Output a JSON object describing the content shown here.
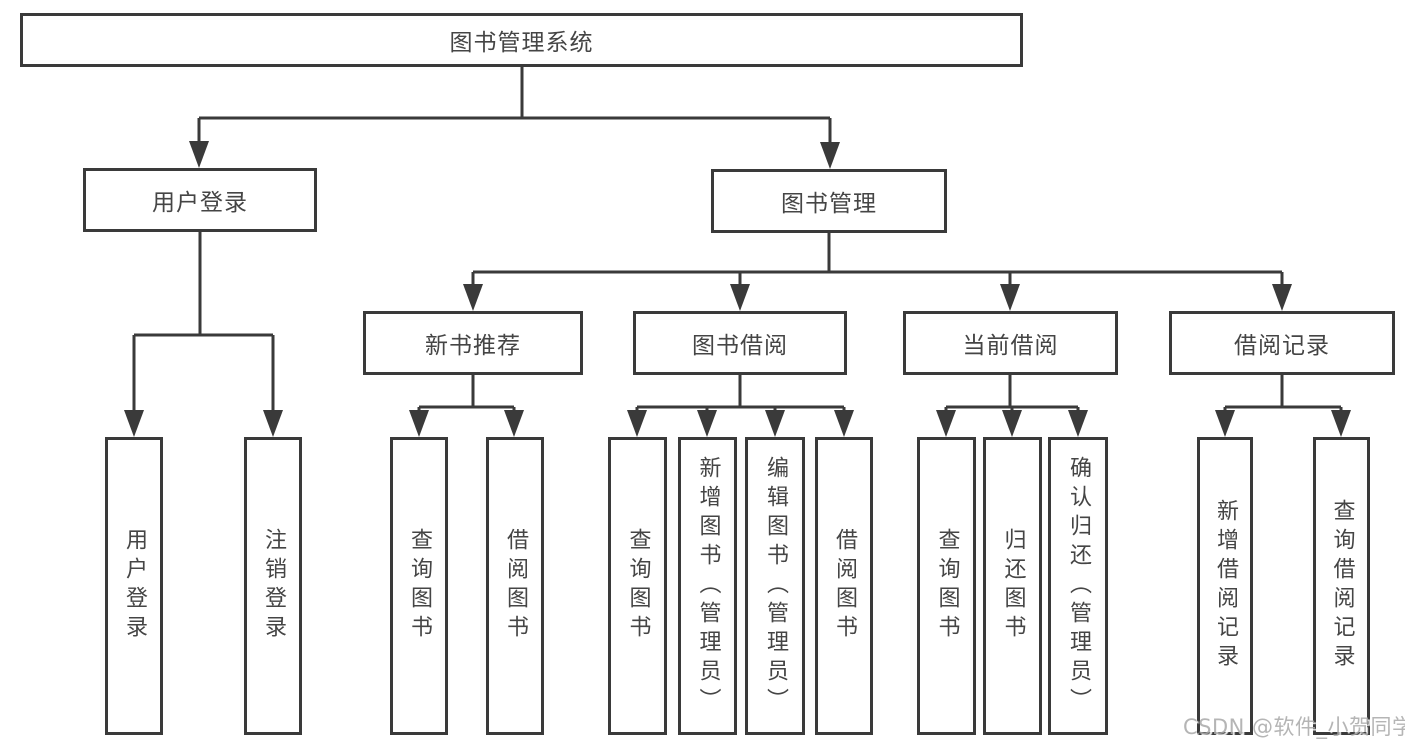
{
  "diagram": {
    "root": "图书管理系统",
    "branches": {
      "user_login": {
        "label": "用户登录",
        "children": {
          "login": "用户登录",
          "logout": "注销登录"
        }
      },
      "book_mgmt": {
        "label": "图书管理",
        "groups": {
          "new_book": {
            "label": "新书推荐",
            "children": {
              "query": "查询图书",
              "borrow": "借阅图书"
            }
          },
          "book_borrow": {
            "label": "图书借阅",
            "children": {
              "query": "查询图书",
              "add": "新增图书（管理员）",
              "edit": "编辑图书（管理员）",
              "borrow": "借阅图书"
            }
          },
          "current_borrow": {
            "label": "当前借阅",
            "children": {
              "query": "查询图书",
              "return": "归还图书",
              "confirm": "确认归还（管理员）"
            }
          },
          "records": {
            "label": "借阅记录",
            "children": {
              "add": "新增借阅记录",
              "query": "查询借阅记录"
            }
          }
        }
      }
    }
  },
  "watermark": "CSDN @软件_小贺同学",
  "colors": {
    "line": "#3a3a3a",
    "text": "#454545",
    "background": "#ffffff",
    "watermark": "#a8a8a8"
  }
}
